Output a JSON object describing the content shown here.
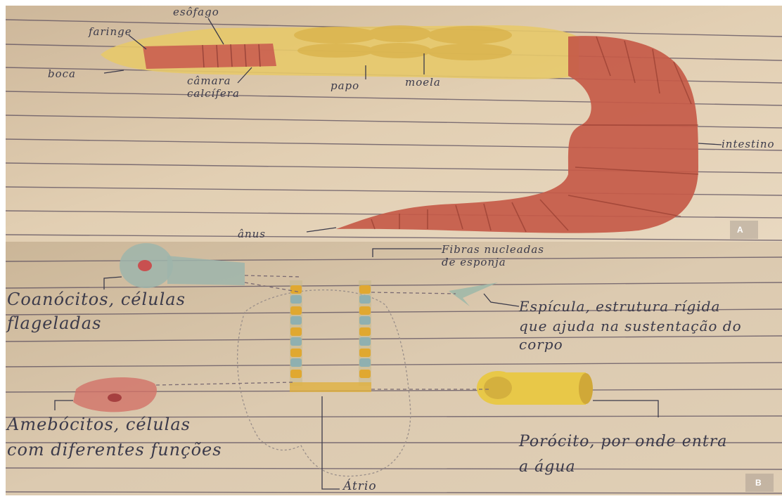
{
  "panel_a": {
    "letter": "A",
    "labels": {
      "faringe": "faringe",
      "esofago": "esôfago",
      "boca": "boca",
      "camara_calcifera": "câmara",
      "camara_calcifera_2": "calcífera",
      "papo": "papo",
      "moela": "moela",
      "intestino": "intestino",
      "anus": "ânus"
    }
  },
  "panel_b": {
    "letter": "B",
    "labels": {
      "fibras_lamelas": "Fibras nucleadas",
      "fibras_lamelas_2": "de esponja",
      "coanocitos": "Coanócitos, células",
      "coanocitos_2": "flageladas",
      "espicula": "Espícula, estrutura rígida",
      "espicula_2": "que ajuda na sustentação do",
      "espicula_3": "corpo",
      "amebocitos": "Amebócitos, células",
      "amebocitos_2": "com diferentes funções",
      "poro": "Porócito, por onde entra",
      "poro_2": "a água",
      "atrio": "Átrio"
    }
  }
}
